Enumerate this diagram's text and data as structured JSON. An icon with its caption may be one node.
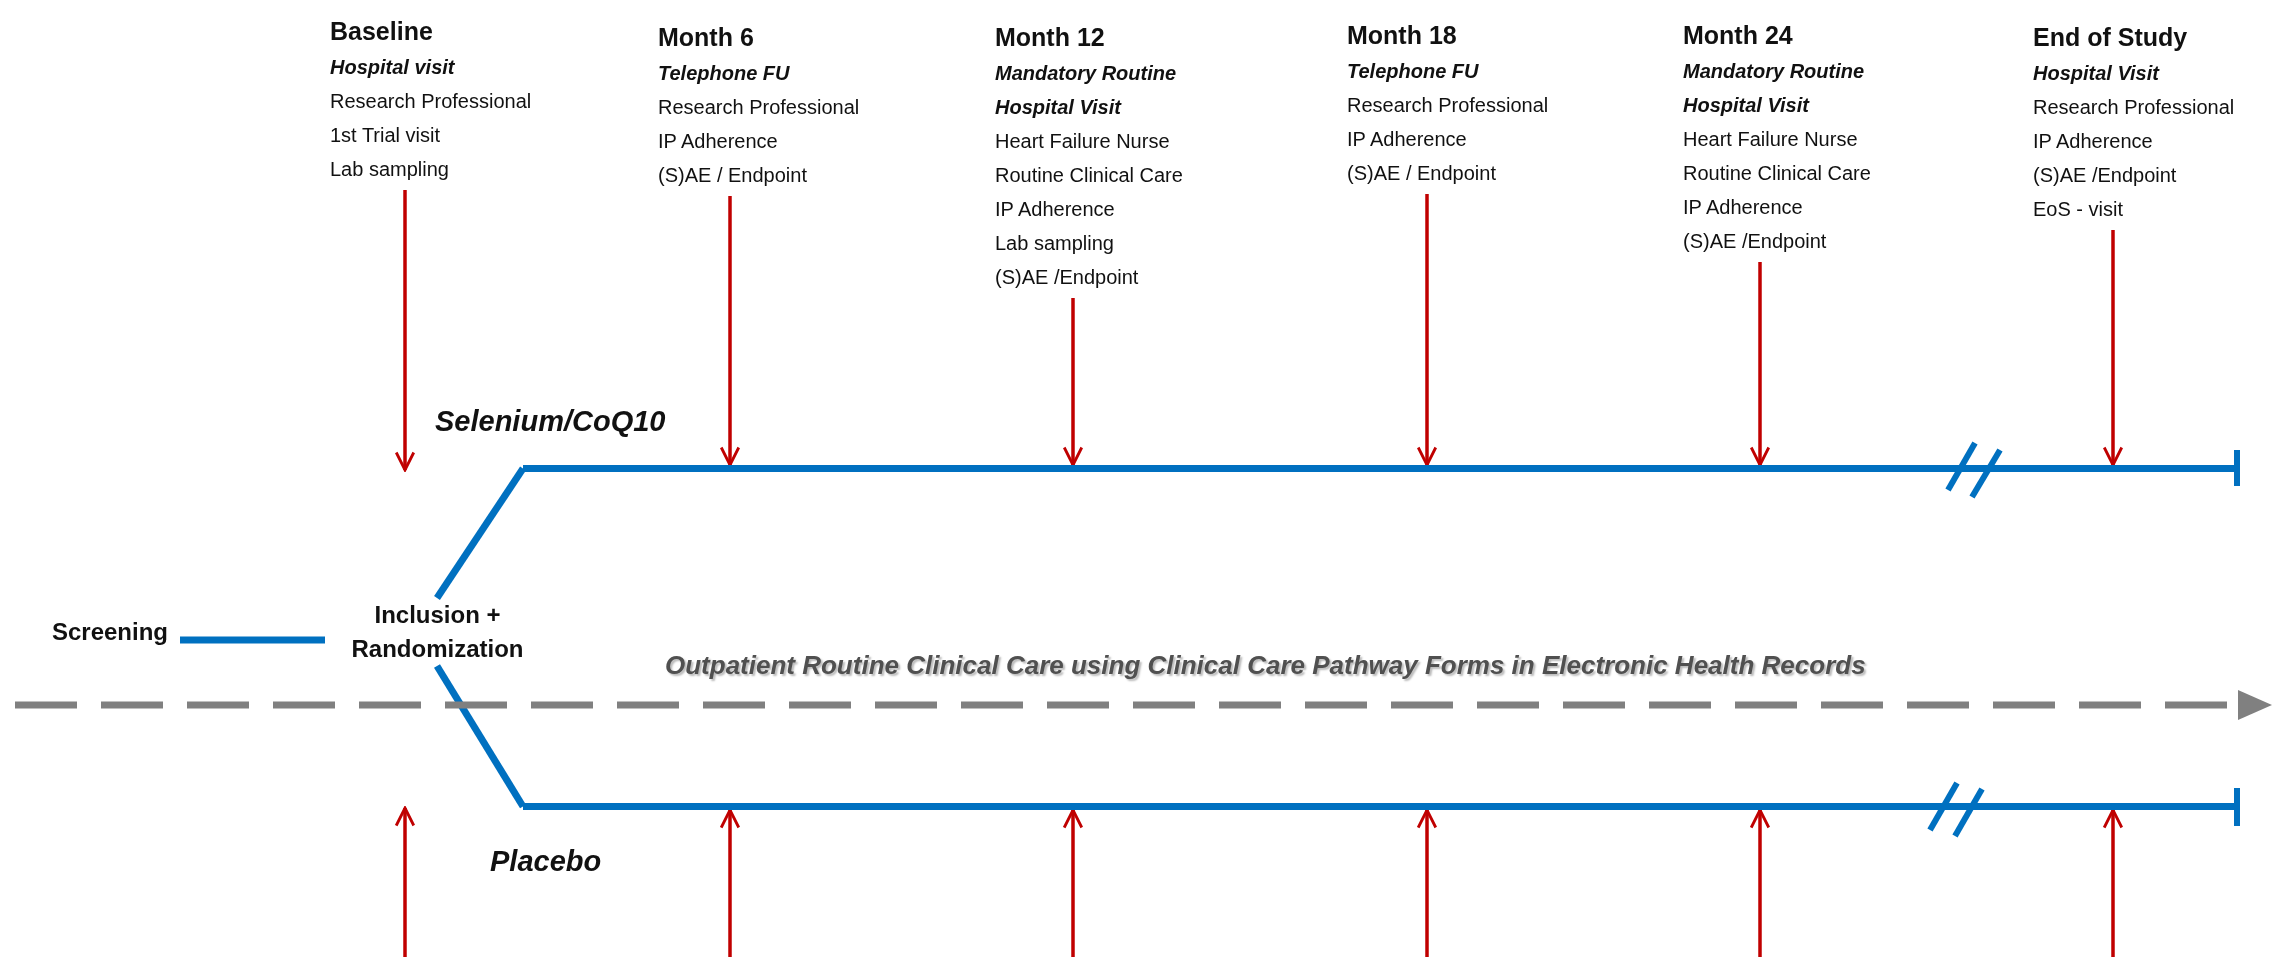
{
  "diagram": {
    "nodes": [
      {
        "text": [
          "Baseline",
          "Hospital visit",
          "Research Professional",
          "1st Trial visit",
          "Lab sampling"
        ]
      },
      {
        "text": [
          "Month 6",
          "Telephone FU",
          "Research Professional",
          "IP Adherence",
          "(S)AE / Endpoint"
        ]
      },
      {
        "text": [
          "Month 12",
          "Mandatory Routine Hospital Visit",
          "Heart Failure Nurse",
          "Routine Clinical Care",
          "IP Adherence",
          "Lab sampling",
          "(S)AE /Endpoint"
        ]
      },
      {
        "text": [
          "Month 18",
          "Telephone FU",
          "Research Professional",
          "IP Adherence",
          "(S)AE / Endpoint"
        ]
      },
      {
        "text": [
          "Month 24",
          "Mandatory Routine Hospital Visit",
          "Heart Failure Nurse",
          "Routine Clinical Care",
          "IP Adherence",
          "(S)AE /Endpoint"
        ]
      },
      {
        "text": [
          "End of Study",
          "Hospital Visit",
          "Research Professional",
          "IP Adherence",
          "(S)AE /Endpoint",
          "EoS - visit"
        ]
      },
      {
        "text": [],
        "shape": "bar"
      },
      {
        "text": [
          "Screening"
        ]
      },
      {
        "text": [
          "Inclusion + Randomization"
        ]
      },
      {
        "text": [],
        "shape": "bar"
      }
    ],
    "edges": [
      {
        "from": 0,
        "to": null,
        "arrow": "to"
      },
      {
        "from": 1,
        "to": 6,
        "arrow": "to"
      },
      {
        "from": 2,
        "to": 6,
        "arrow": "to"
      },
      {
        "from": 3,
        "to": 6,
        "arrow": "to"
      },
      {
        "from": 4,
        "to": 6,
        "arrow": "to"
      },
      {
        "from": 5,
        "to": 6,
        "arrow": "to"
      },
      {
        "from": 7,
        "to": 8,
        "arrow": "none",
        "style": "thick",
        "color": "#0070c0"
      },
      {
        "from": 8,
        "to": 6,
        "arrow": "none",
        "style": "thick",
        "color": "#0070c0"
      },
      {
        "from": 8,
        "to": 9,
        "arrow": "none",
        "style": "thick",
        "color": "#0070c0"
      },
      {
        "from": null,
        "to": 9,
        "arrow": "to"
      },
      {
        "from": null,
        "to": 9,
        "arrow": "to"
      },
      {
        "from": null,
        "to": 9,
        "arrow": "to"
      },
      {
        "from": null,
        "to": 9,
        "arrow": "to"
      },
      {
        "from": null,
        "to": 9,
        "arrow": "to"
      }
    ],
    "labels": [
      "Selenium/CoQ10",
      "Outpatient Routine Clinical Care using Clinical Care Pathway Forms in Electronic Health Records",
      "Placebo"
    ]
  }
}
